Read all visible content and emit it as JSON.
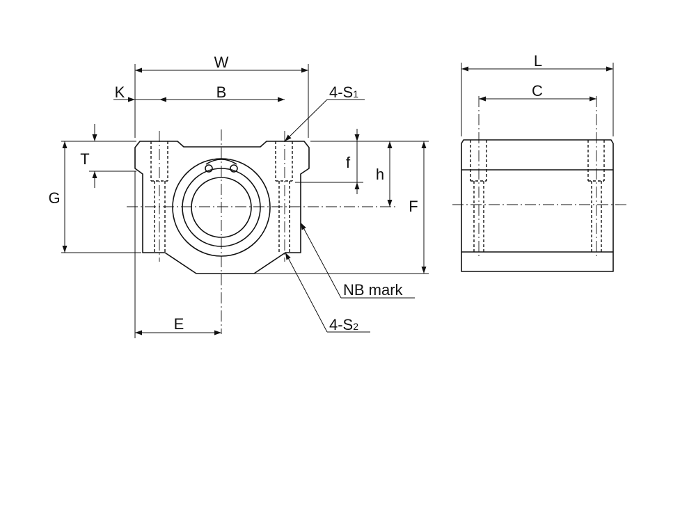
{
  "labels": {
    "W": "W",
    "B": "B",
    "K": "K",
    "s1_prefix": "4-S",
    "s1_sub": "1",
    "T": "T",
    "G": "G",
    "f": "f",
    "h": "h",
    "F": "F",
    "nb_mark": "NB mark",
    "s2_prefix": "4-S",
    "s2_sub": "2",
    "E": "E",
    "L": "L",
    "C": "C"
  },
  "colors": {
    "line": "#111111",
    "background": "#ffffff"
  }
}
